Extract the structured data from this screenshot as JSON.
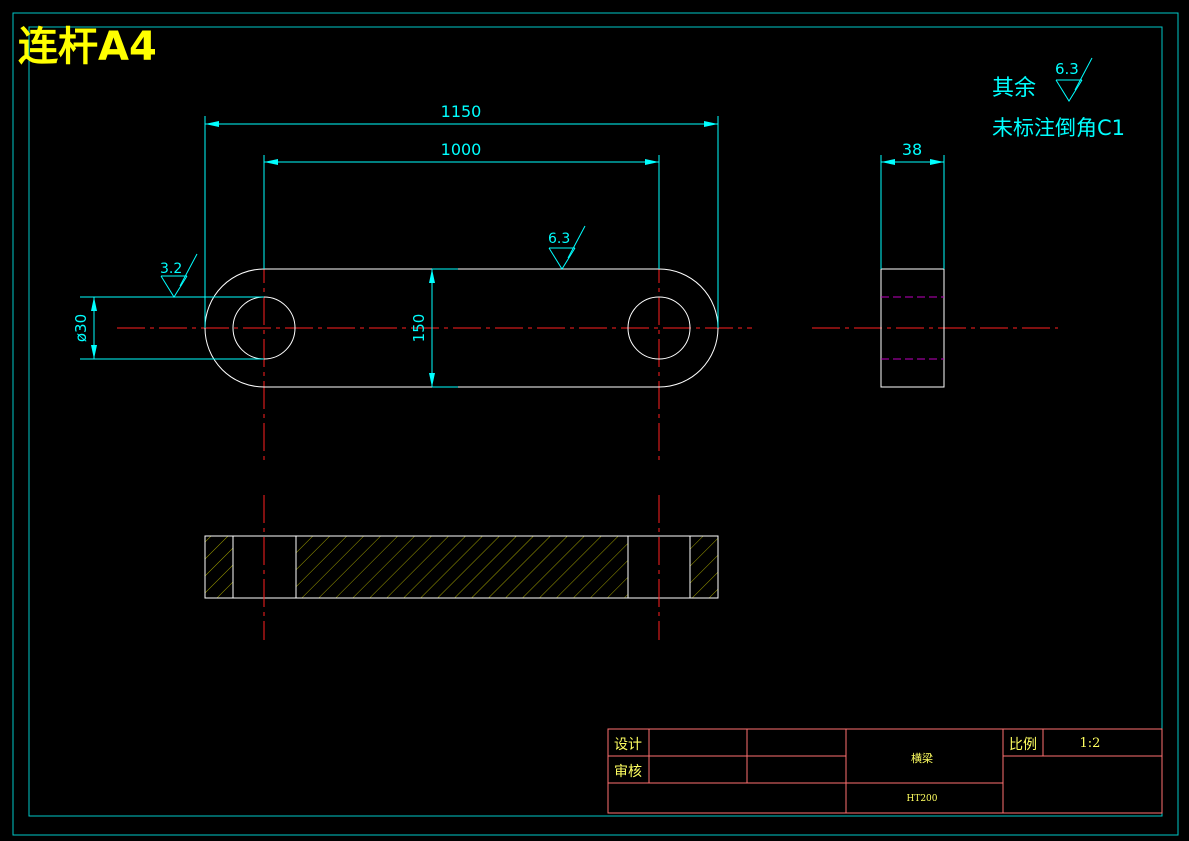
{
  "title": "连杆A4",
  "colors": {
    "background": "#000000",
    "frame": "#00c8c8",
    "outline": "#ffffff",
    "dimension": "#00ffff",
    "centerline": "#ff2020",
    "hatch": "#c8c800",
    "hidden": "#c000c0",
    "title": "#ffff00",
    "titleblock": "#ff7070",
    "titleblock_text": "#ffff60"
  },
  "notes": {
    "roughness_rest_label": "其余",
    "roughness_rest_value": "6.3",
    "chamfer_note": "未标注倒角C1"
  },
  "dimensions": {
    "overall_length": "1150",
    "center_distance": "1000",
    "thickness": "38",
    "width": "150",
    "hole_diameter": "ø30"
  },
  "roughness": {
    "top_surface": "6.3",
    "hole_surface": "3.2"
  },
  "title_block": {
    "design_label": "设计",
    "review_label": "审核",
    "part_name": "横梁",
    "material": "HT200",
    "scale_label": "比例",
    "scale_value": "1:2"
  }
}
